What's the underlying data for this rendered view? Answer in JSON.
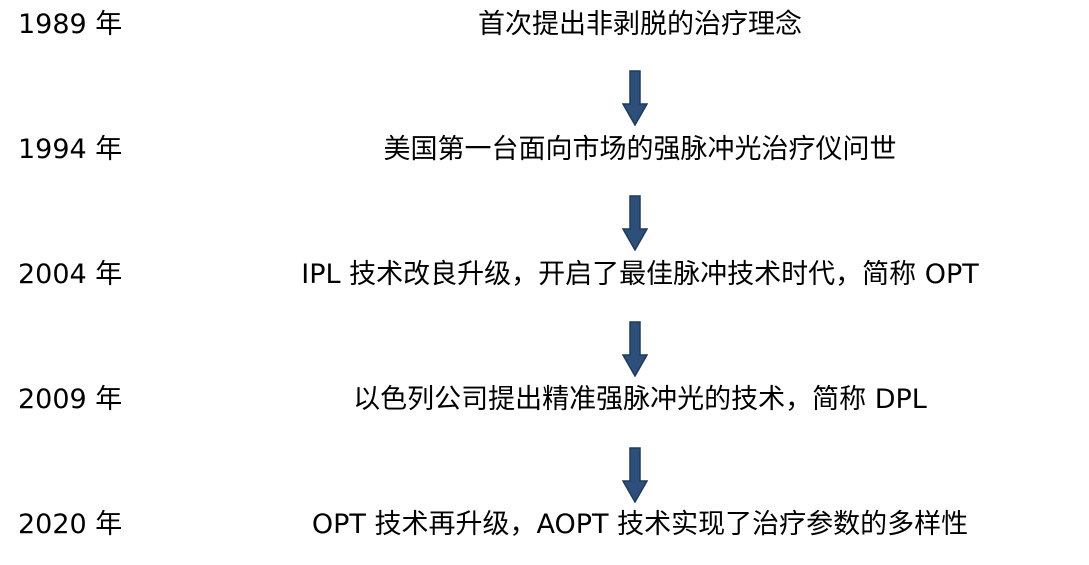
{
  "timeline": {
    "entries": [
      {
        "year": "1989 年",
        "event": "首次提出非剥脱的治疗理念"
      },
      {
        "year": "1994 年",
        "event": "美国第一台面向市场的强脉冲光治疗仪问世"
      },
      {
        "year": "2004 年",
        "event": "IPL 技术改良升级，开启了最佳脉冲技术时代，简称 OPT"
      },
      {
        "year": "2009 年",
        "event": "以色列公司提出精准强脉冲光的技术，简称 DPL"
      },
      {
        "year": "2020 年",
        "event": "OPT 技术再升级，AOPT 技术实现了治疗参数的多样性"
      }
    ],
    "arrow_icon": "down-arrow-icon",
    "colors": {
      "arrow_fill": "#2e4f7a",
      "arrow_stroke": "#1f3a5c",
      "text": "#000000",
      "background": "#ffffff"
    }
  }
}
